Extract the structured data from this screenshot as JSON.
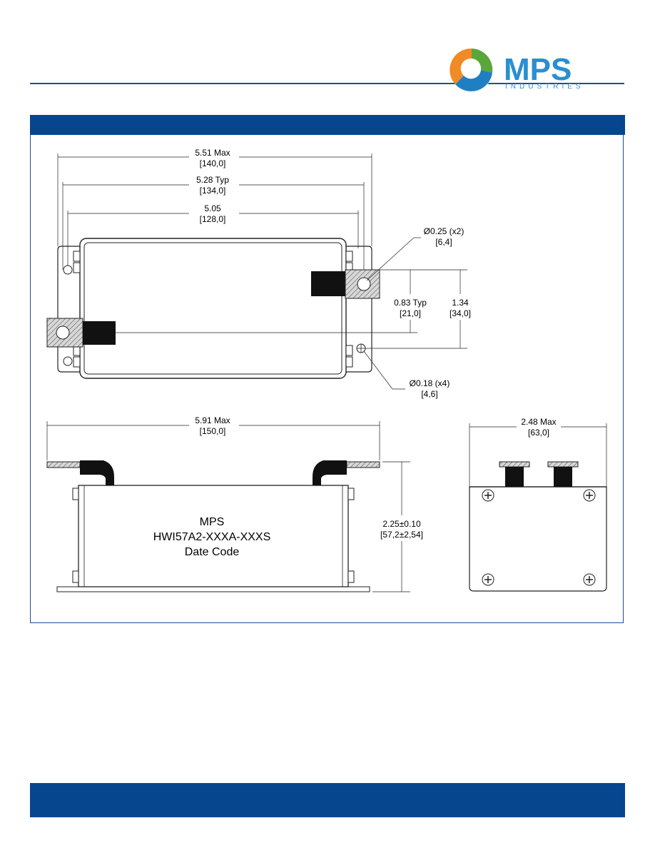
{
  "logo": {
    "name": "MPS",
    "sub": "INDUSTRIES"
  },
  "colors": {
    "brand_blue": "#06468f",
    "rule_blue": "#1d4f8f",
    "logo_orange": "#f08a24",
    "logo_green": "#5aa63a",
    "logo_blue": "#1f7fc2"
  },
  "top_view": {
    "dim_overall": {
      "line1": "5.51 Max",
      "line2": "[140,0]"
    },
    "dim_typ": {
      "line1": "5.28 Typ",
      "line2": "[134,0]"
    },
    "dim_inner": {
      "line1": "5.05",
      "line2": "[128,0]"
    },
    "hole_large": {
      "line1": "Ø0.25 (x2)",
      "line2": "[6,4]"
    },
    "hole_small": {
      "line1": "Ø0.18 (x4)",
      "line2": "[4,6]"
    },
    "terminal_spacing": {
      "line1": "0.83 Typ",
      "line2": "[21,0]"
    },
    "mount_spacing": {
      "line1": "1.34",
      "line2": "[34,0]"
    }
  },
  "side_view": {
    "dim_length": {
      "line1": "5.91 Max",
      "line2": "[150,0]"
    },
    "dim_height": {
      "line1": "2.25±0.10",
      "line2": "[57,2±2,54]"
    },
    "label": {
      "line1": "MPS",
      "line2": "HWI57A2-XXXA-XXXS",
      "line3": "Date Code"
    }
  },
  "end_view": {
    "dim_width": {
      "line1": "2.48 Max",
      "line2": "[63,0]"
    }
  }
}
